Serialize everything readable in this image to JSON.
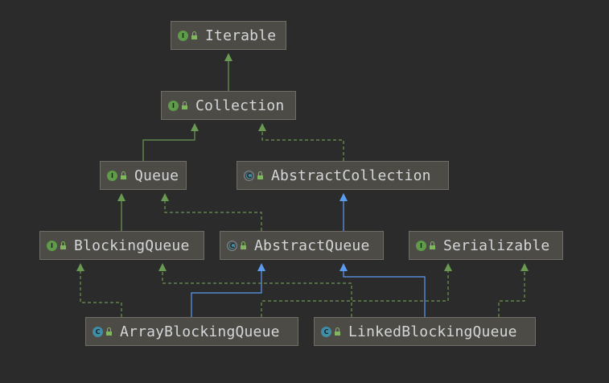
{
  "diagram": {
    "nodes": [
      {
        "id": "iterable",
        "label": "Iterable",
        "kind": "interface",
        "badge": "I"
      },
      {
        "id": "collection",
        "label": "Collection",
        "kind": "interface",
        "badge": "I"
      },
      {
        "id": "queue",
        "label": "Queue",
        "kind": "interface",
        "badge": "I"
      },
      {
        "id": "abstract_collection",
        "label": "AbstractCollection",
        "kind": "abstract-class",
        "badge": "C"
      },
      {
        "id": "blocking_queue",
        "label": "BlockingQueue",
        "kind": "interface",
        "badge": "I"
      },
      {
        "id": "abstract_queue",
        "label": "AbstractQueue",
        "kind": "abstract-class",
        "badge": "C"
      },
      {
        "id": "serializable",
        "label": "Serializable",
        "kind": "interface",
        "badge": "I"
      },
      {
        "id": "array_blocking_queue",
        "label": "ArrayBlockingQueue",
        "kind": "class",
        "badge": "C"
      },
      {
        "id": "linked_blocking_queue",
        "label": "LinkedBlockingQueue",
        "kind": "class",
        "badge": "C"
      }
    ],
    "edges": [
      {
        "from": "collection",
        "to": "iterable",
        "type": "interface-extends"
      },
      {
        "from": "queue",
        "to": "collection",
        "type": "interface-extends"
      },
      {
        "from": "abstract_collection",
        "to": "collection",
        "type": "implements"
      },
      {
        "from": "abstract_queue",
        "to": "abstract_collection",
        "type": "class-extends"
      },
      {
        "from": "abstract_queue",
        "to": "queue",
        "type": "implements"
      },
      {
        "from": "blocking_queue",
        "to": "queue",
        "type": "interface-extends"
      },
      {
        "from": "array_blocking_queue",
        "to": "blocking_queue",
        "type": "implements"
      },
      {
        "from": "array_blocking_queue",
        "to": "abstract_queue",
        "type": "class-extends"
      },
      {
        "from": "array_blocking_queue",
        "to": "serializable",
        "type": "implements"
      },
      {
        "from": "linked_blocking_queue",
        "to": "blocking_queue",
        "type": "implements"
      },
      {
        "from": "linked_blocking_queue",
        "to": "abstract_queue",
        "type": "class-extends"
      },
      {
        "from": "linked_blocking_queue",
        "to": "serializable",
        "type": "implements"
      }
    ],
    "colors": {
      "background": "#2b2b2b",
      "node_fill": "#4d4b45",
      "node_border": "#6f6d66",
      "label_text": "#d4d6d9",
      "interface_badge": "#5e9c4a",
      "class_badge": "#3d8ea6",
      "interface_edge": "#6a9a52",
      "class_edge": "#5b9cf0"
    },
    "icons": {
      "interface": "interface-badge-icon",
      "class": "class-badge-icon",
      "abstract_class": "abstract-class-badge-icon",
      "access": "lock-icon"
    }
  }
}
